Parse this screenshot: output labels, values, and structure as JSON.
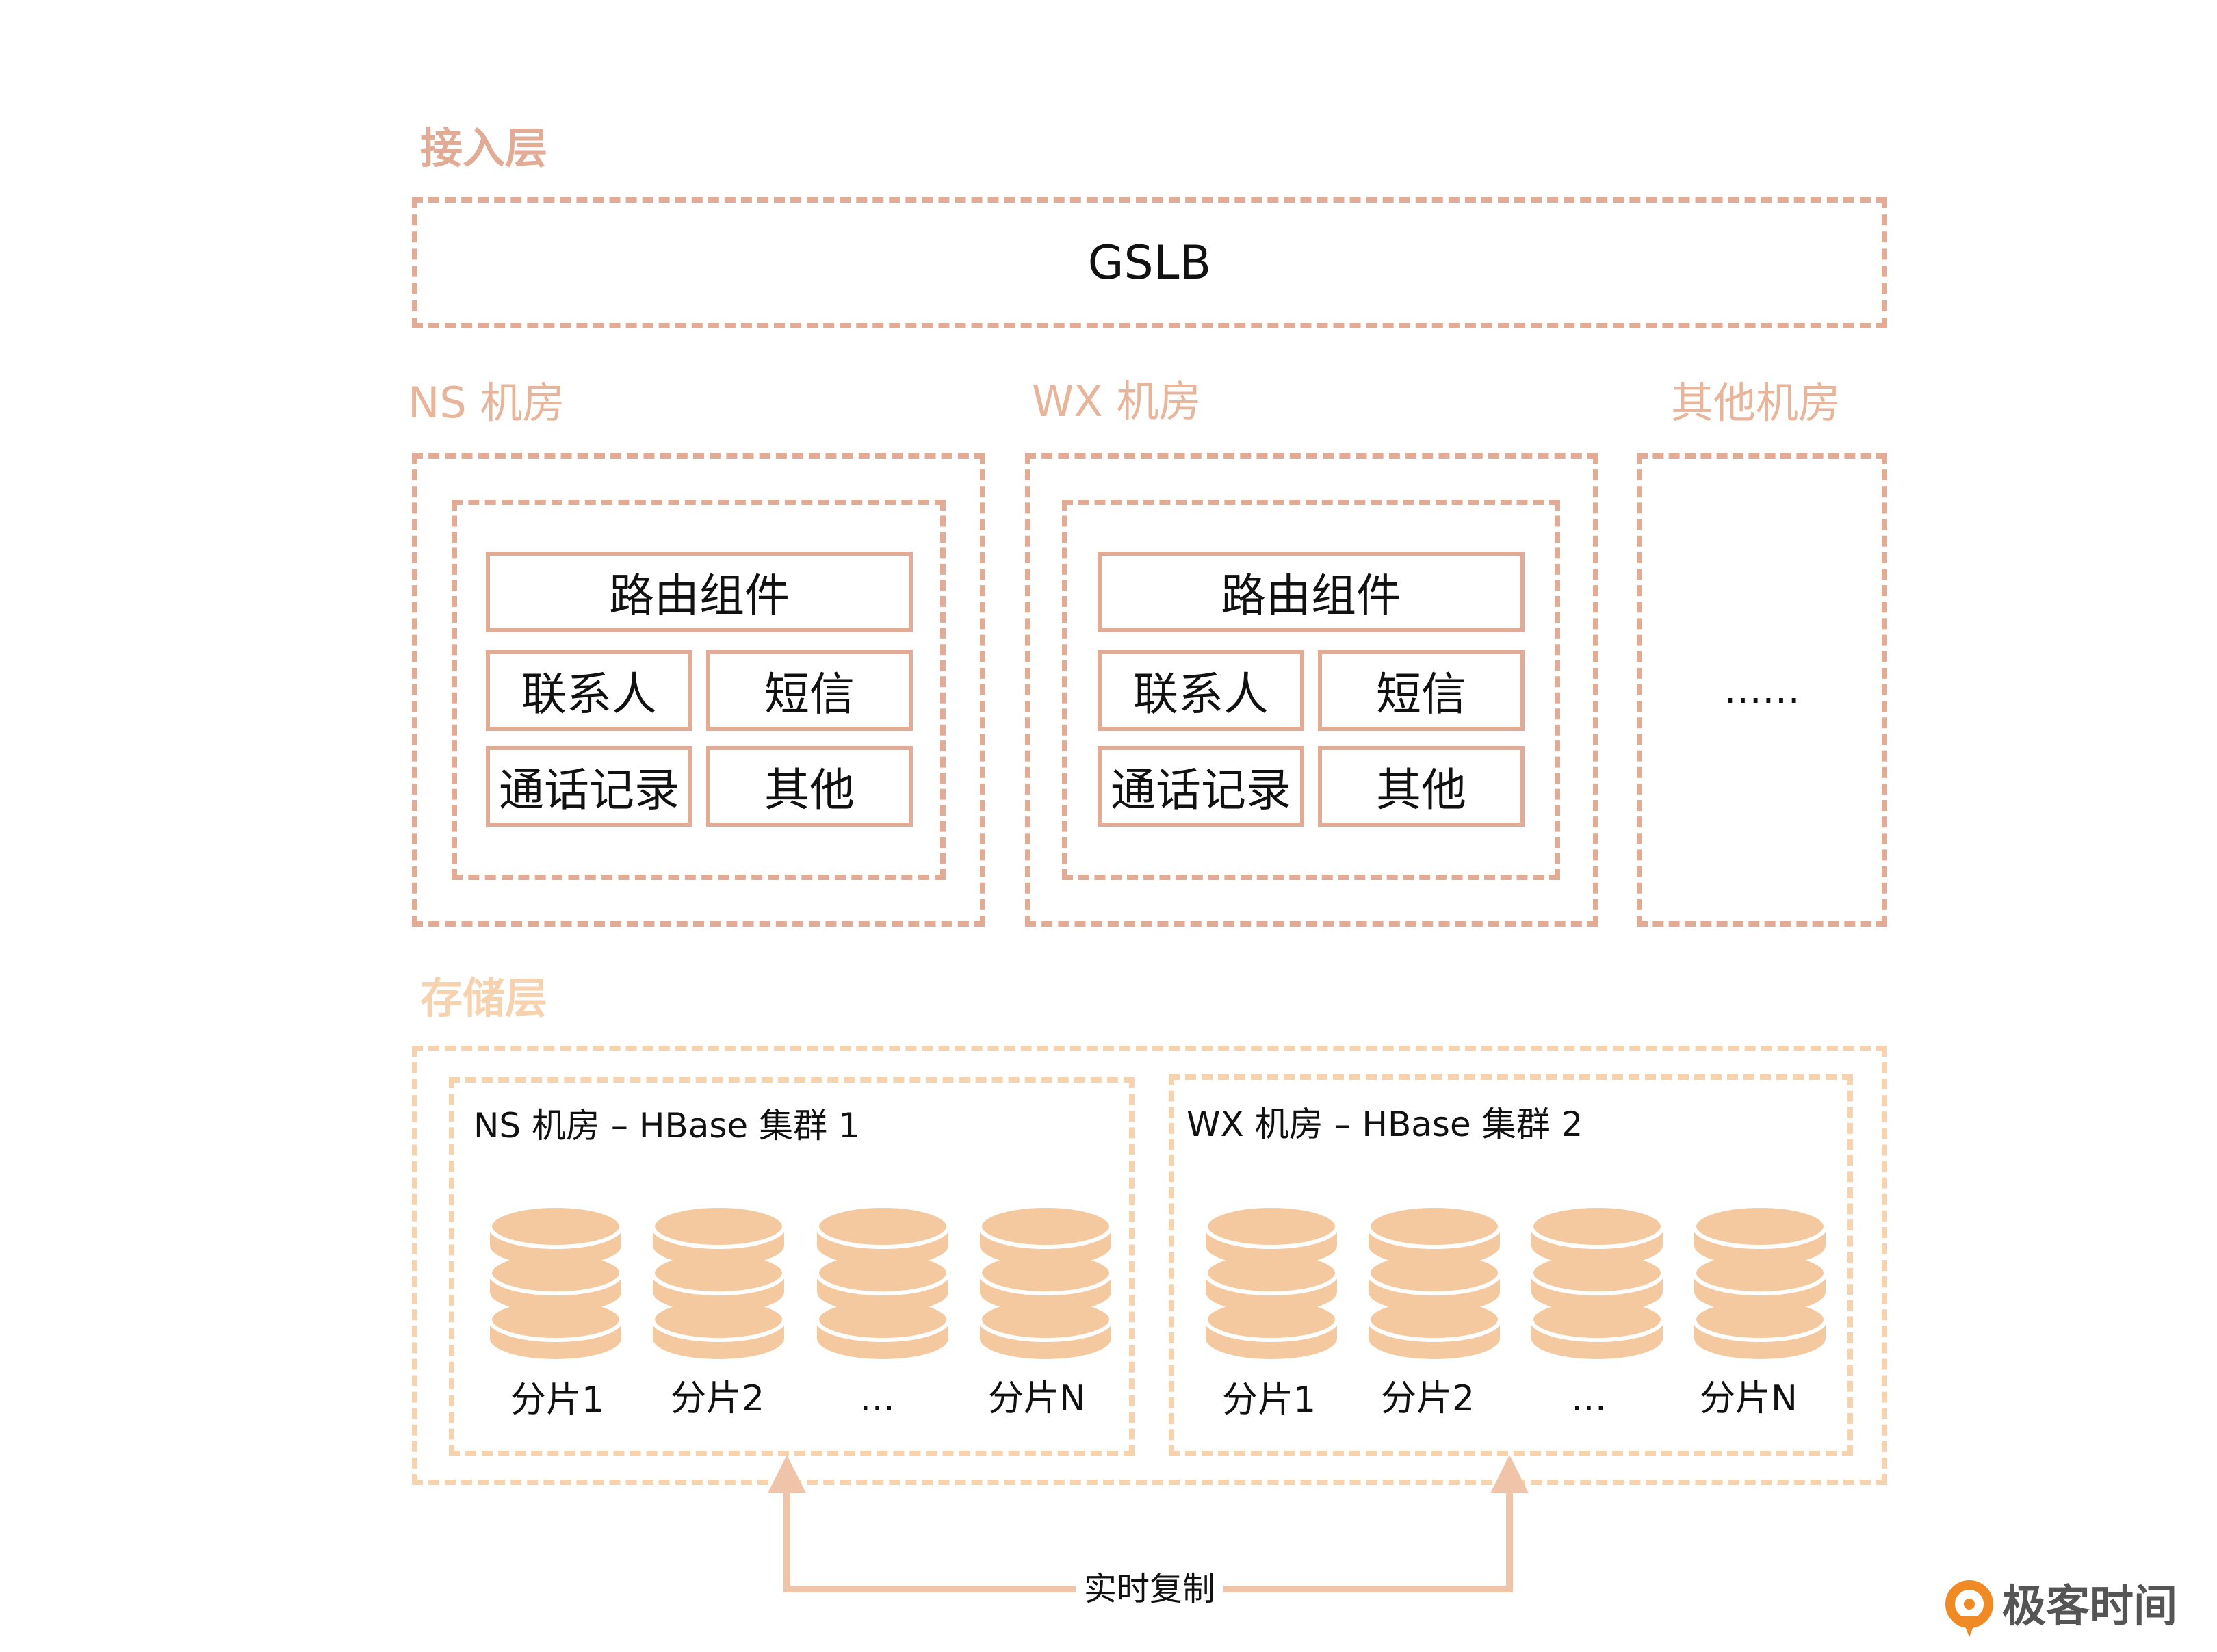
{
  "access_layer": {
    "title": "接入层",
    "gslb": "GSLB"
  },
  "rooms": [
    {
      "title": "NS 机房",
      "router": "路由组件",
      "modules": [
        "联系人",
        "短信",
        "通话记录",
        "其他"
      ]
    },
    {
      "title": "WX 机房",
      "router": "路由组件",
      "modules": [
        "联系人",
        "短信",
        "通话记录",
        "其他"
      ]
    },
    {
      "title": "其他机房",
      "placeholder": "……"
    }
  ],
  "storage_layer": {
    "title": "存储层",
    "clusters": [
      {
        "title": "NS 机房 – HBase  集群 1",
        "shards": [
          "分片1",
          "分片2",
          "…",
          "分片N"
        ]
      },
      {
        "title": "WX 机房 – HBase  集群 2",
        "shards": [
          "分片1",
          "分片2",
          "…",
          "分片N"
        ]
      }
    ]
  },
  "replication_label": "实时复制",
  "watermark": "极客时间",
  "colors": {
    "access_dash": "#e2ab96",
    "storage_dash": "#f6d3ae",
    "db_fill": "#f5c9a0",
    "arrow": "#f0c4a8",
    "logo_orange": "#f08a24"
  }
}
